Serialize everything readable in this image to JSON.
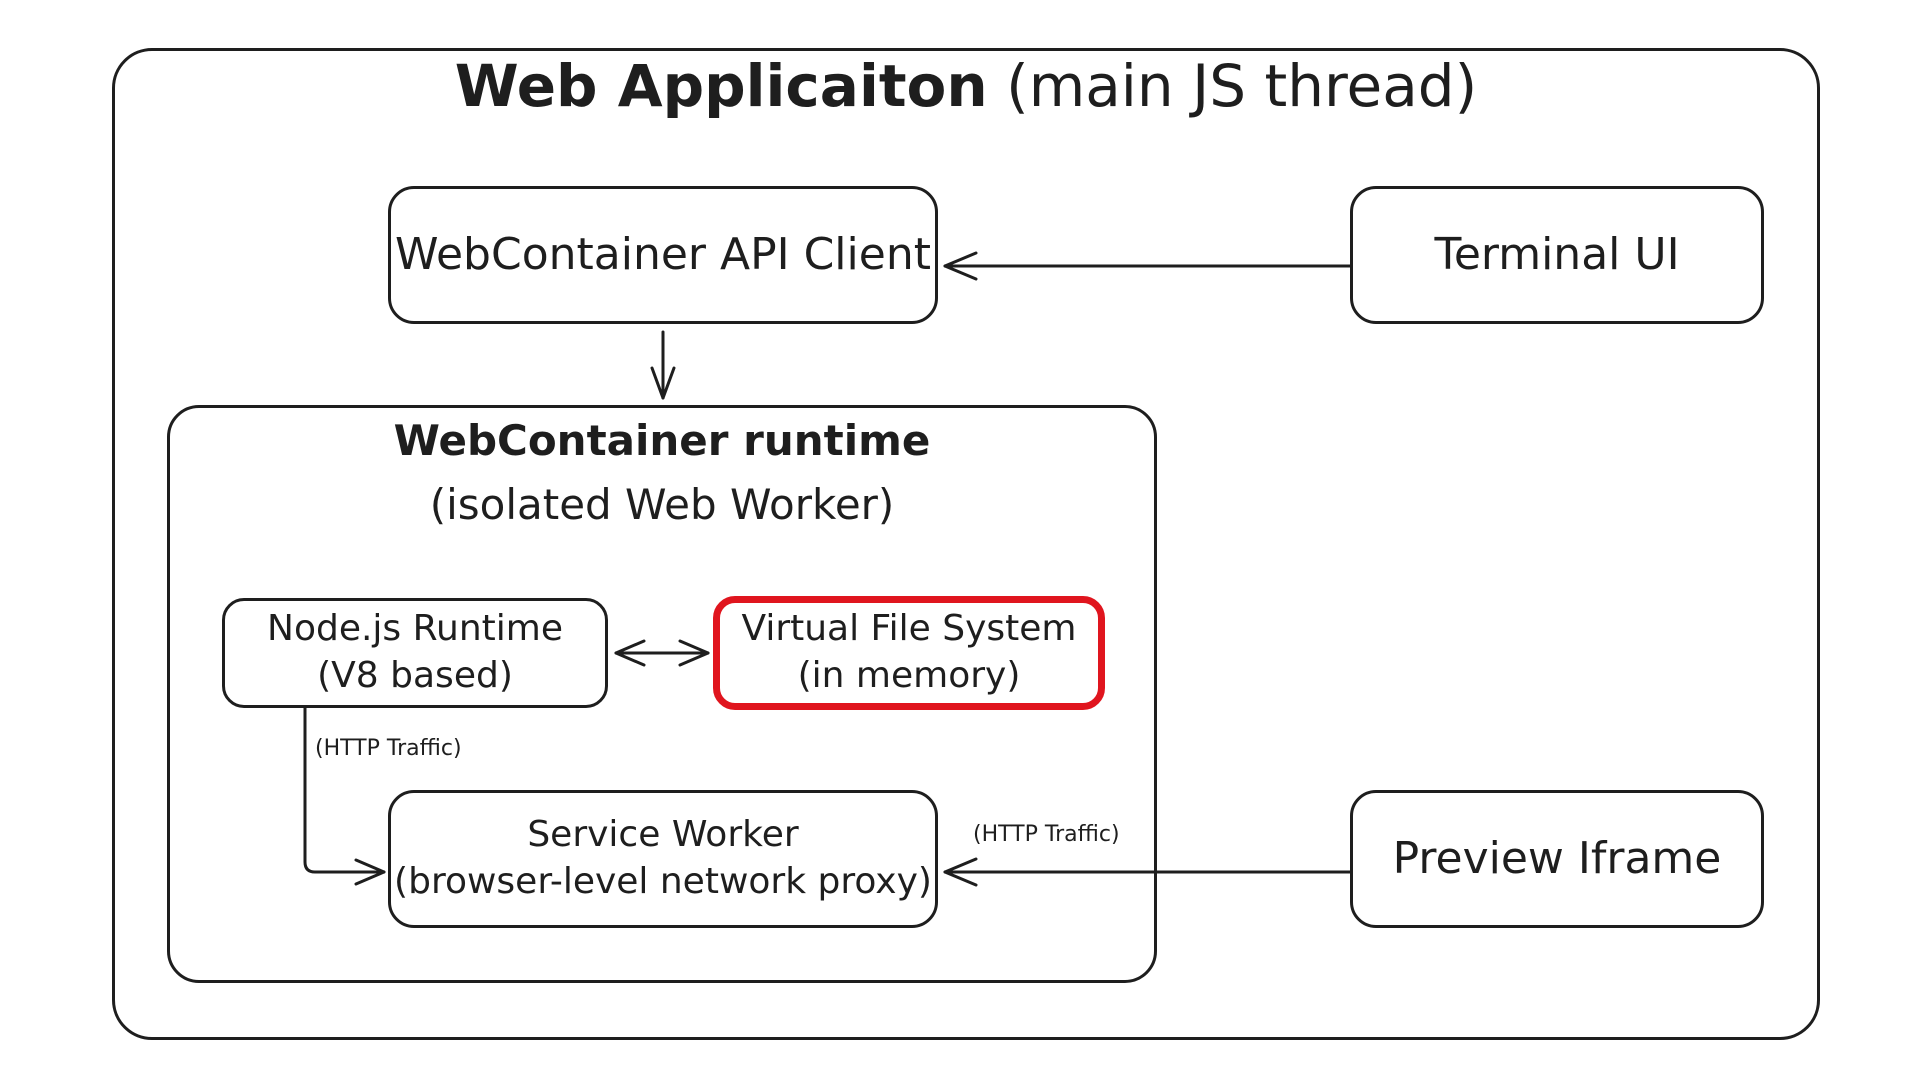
{
  "diagram": {
    "title_bold": "Web Applicaiton",
    "title_rest": "(main JS thread)",
    "runtime": {
      "title": "WebContainer runtime",
      "subtitle": "(isolated Web Worker)"
    },
    "nodes": {
      "api_client": {
        "label": "WebContainer API Client"
      },
      "terminal": {
        "label": "Terminal UI"
      },
      "nodejs": {
        "line1": "Node.js Runtime",
        "line2": "(V8 based)"
      },
      "vfs": {
        "line1": "Virtual File System",
        "line2": "(in memory)"
      },
      "service_worker": {
        "line1": "Service Worker",
        "line2": "(browser-level network proxy)"
      },
      "preview": {
        "label": "Preview Iframe"
      }
    },
    "edges": [
      {
        "from": "terminal",
        "to": "api_client",
        "label": ""
      },
      {
        "from": "api_client",
        "to": "runtime",
        "label": ""
      },
      {
        "from": "nodejs",
        "to": "vfs",
        "label": "",
        "bidirectional": true
      },
      {
        "from": "nodejs",
        "to": "service_worker",
        "label": "(HTTP Traffic)"
      },
      {
        "from": "preview",
        "to": "service_worker",
        "label": "(HTTP Traffic)"
      }
    ],
    "highlight_color": "#e0151e",
    "stroke_color": "#1e1e1e"
  }
}
